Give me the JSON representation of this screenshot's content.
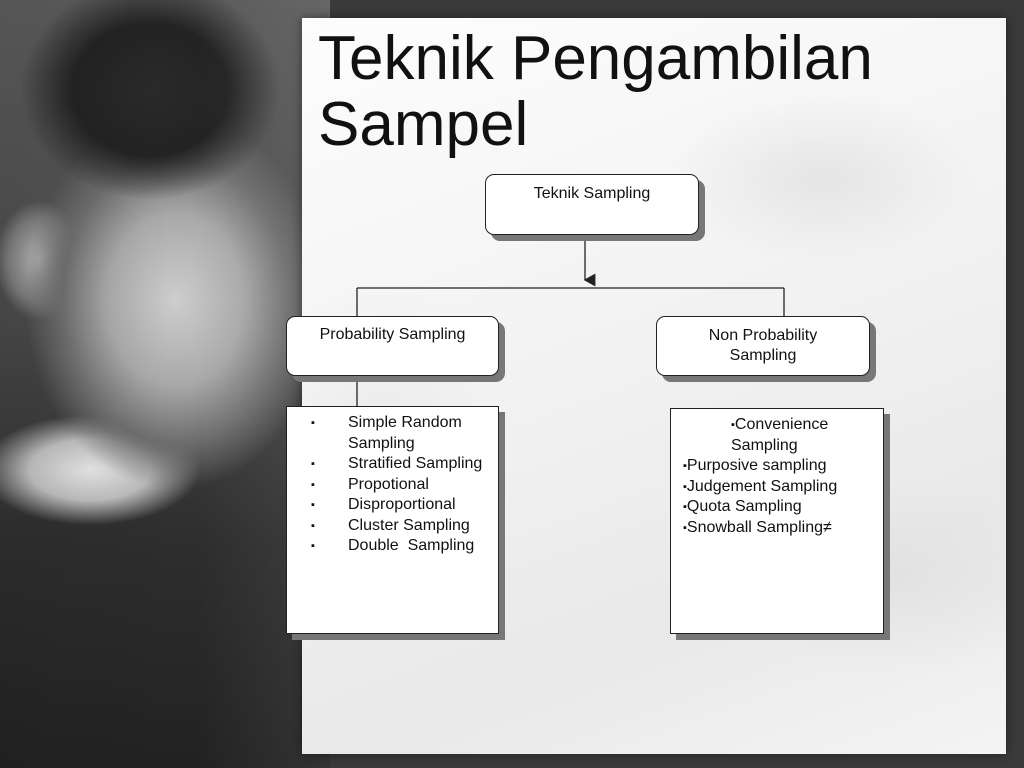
{
  "slide": {
    "title_line1": "Teknik Pengambilan",
    "title_line2": "Sampel"
  },
  "diagram": {
    "root": "Teknik Sampling",
    "probability": {
      "label": "Probability Sampling",
      "items": [
        "Simple Random Sampling",
        "Stratified Sampling",
        "Propotional",
        "Disproportional",
        "Cluster Sampling",
        "Double  Sampling"
      ]
    },
    "non_probability": {
      "label_line1": "Non Probability",
      "label_line2": "Sampling",
      "items": [
        "Convenience Sampling",
        "Purposive sampling",
        "Judgement Sampling",
        "Quota Sampling",
        "Snowball Sampling≠"
      ]
    },
    "bullet": "▪"
  },
  "colors": {
    "line": "#222222",
    "shadow": "#777777"
  }
}
